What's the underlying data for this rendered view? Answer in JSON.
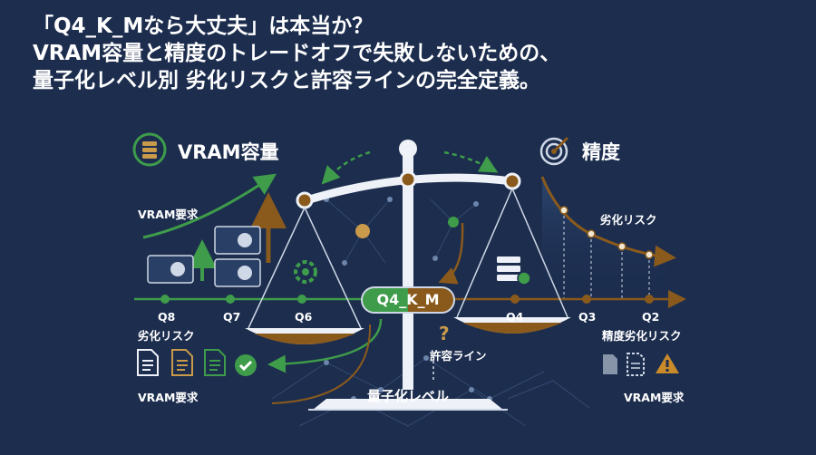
{
  "title": {
    "line1": "「Q4_K_Mなら大丈夫」は本当か？",
    "line2": "VRAM容量と精度のトレードオフで失敗しないための、",
    "line3": "量子化レベル別 劣化リスクと許容ラインの完全定義。"
  },
  "left": {
    "heading": "VRAM容量",
    "vram_req_top": "VRAM要求",
    "degrade_risk": "劣化リスク",
    "vram_req_bottom": "VRAM要求"
  },
  "right": {
    "heading": "精度",
    "degrade_risk": "劣化リスク",
    "precision_degrade_risk": "精度劣化リスク",
    "vram_req": "VRAM要求"
  },
  "axis": {
    "q8": "Q8",
    "q7": "Q7",
    "q6": "Q6",
    "q4": "Q4",
    "q3": "Q3",
    "q2": "Q2"
  },
  "center": {
    "pill": "Q4_K_M",
    "question": "?",
    "tolerance_line": "許容ライン",
    "quant_level": "量子化レベル"
  },
  "colors": {
    "background": "#1c2d4e",
    "green": "#3e9c4a",
    "brown": "#8a5a1c",
    "white": "#ffffff"
  }
}
